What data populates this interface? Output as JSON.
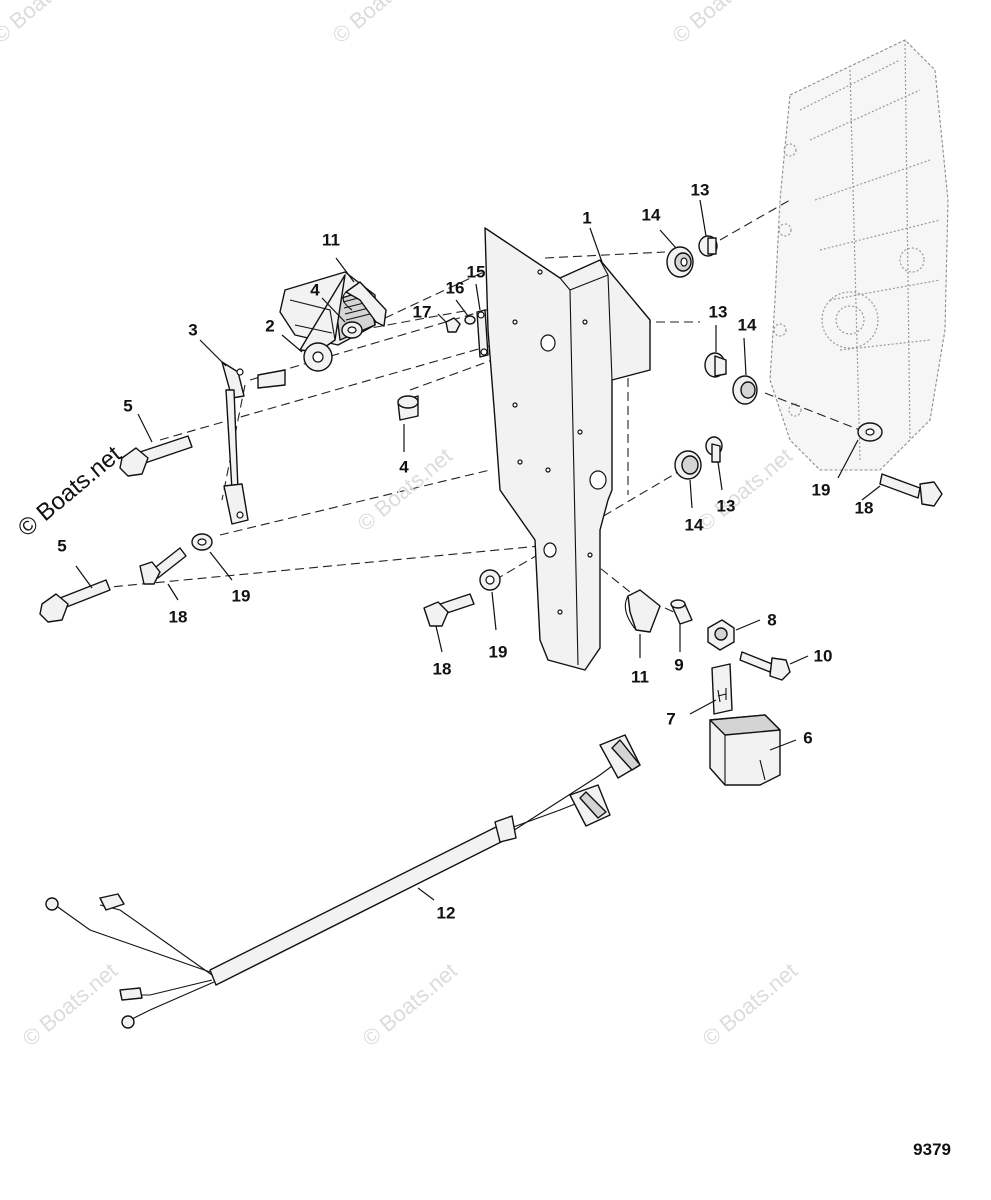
{
  "watermark": {
    "text": "© Boats.net",
    "color": "#dcdcdc",
    "primary_color": "#111111"
  },
  "figure_number": "9379",
  "callouts": [
    {
      "id": "c1",
      "label": "1"
    },
    {
      "id": "c2",
      "label": "2"
    },
    {
      "id": "c3",
      "label": "3"
    },
    {
      "id": "c4a",
      "label": "4"
    },
    {
      "id": "c4b",
      "label": "4"
    },
    {
      "id": "c5a",
      "label": "5"
    },
    {
      "id": "c5b",
      "label": "5"
    },
    {
      "id": "c6",
      "label": "6"
    },
    {
      "id": "c7",
      "label": "7"
    },
    {
      "id": "c8",
      "label": "8"
    },
    {
      "id": "c9",
      "label": "9"
    },
    {
      "id": "c10",
      "label": "10"
    },
    {
      "id": "c11a",
      "label": "11"
    },
    {
      "id": "c11b",
      "label": "11"
    },
    {
      "id": "c12",
      "label": "12"
    },
    {
      "id": "c13a",
      "label": "13"
    },
    {
      "id": "c13b",
      "label": "13"
    },
    {
      "id": "c13c",
      "label": "13"
    },
    {
      "id": "c14a",
      "label": "14"
    },
    {
      "id": "c14b",
      "label": "14"
    },
    {
      "id": "c14c",
      "label": "14"
    },
    {
      "id": "c15",
      "label": "15"
    },
    {
      "id": "c16",
      "label": "16"
    },
    {
      "id": "c17",
      "label": "17"
    },
    {
      "id": "c18a",
      "label": "18"
    },
    {
      "id": "c18b",
      "label": "18"
    },
    {
      "id": "c18c",
      "label": "18"
    },
    {
      "id": "c19a",
      "label": "19"
    },
    {
      "id": "c19b",
      "label": "19"
    },
    {
      "id": "c19c",
      "label": "19"
    }
  ]
}
